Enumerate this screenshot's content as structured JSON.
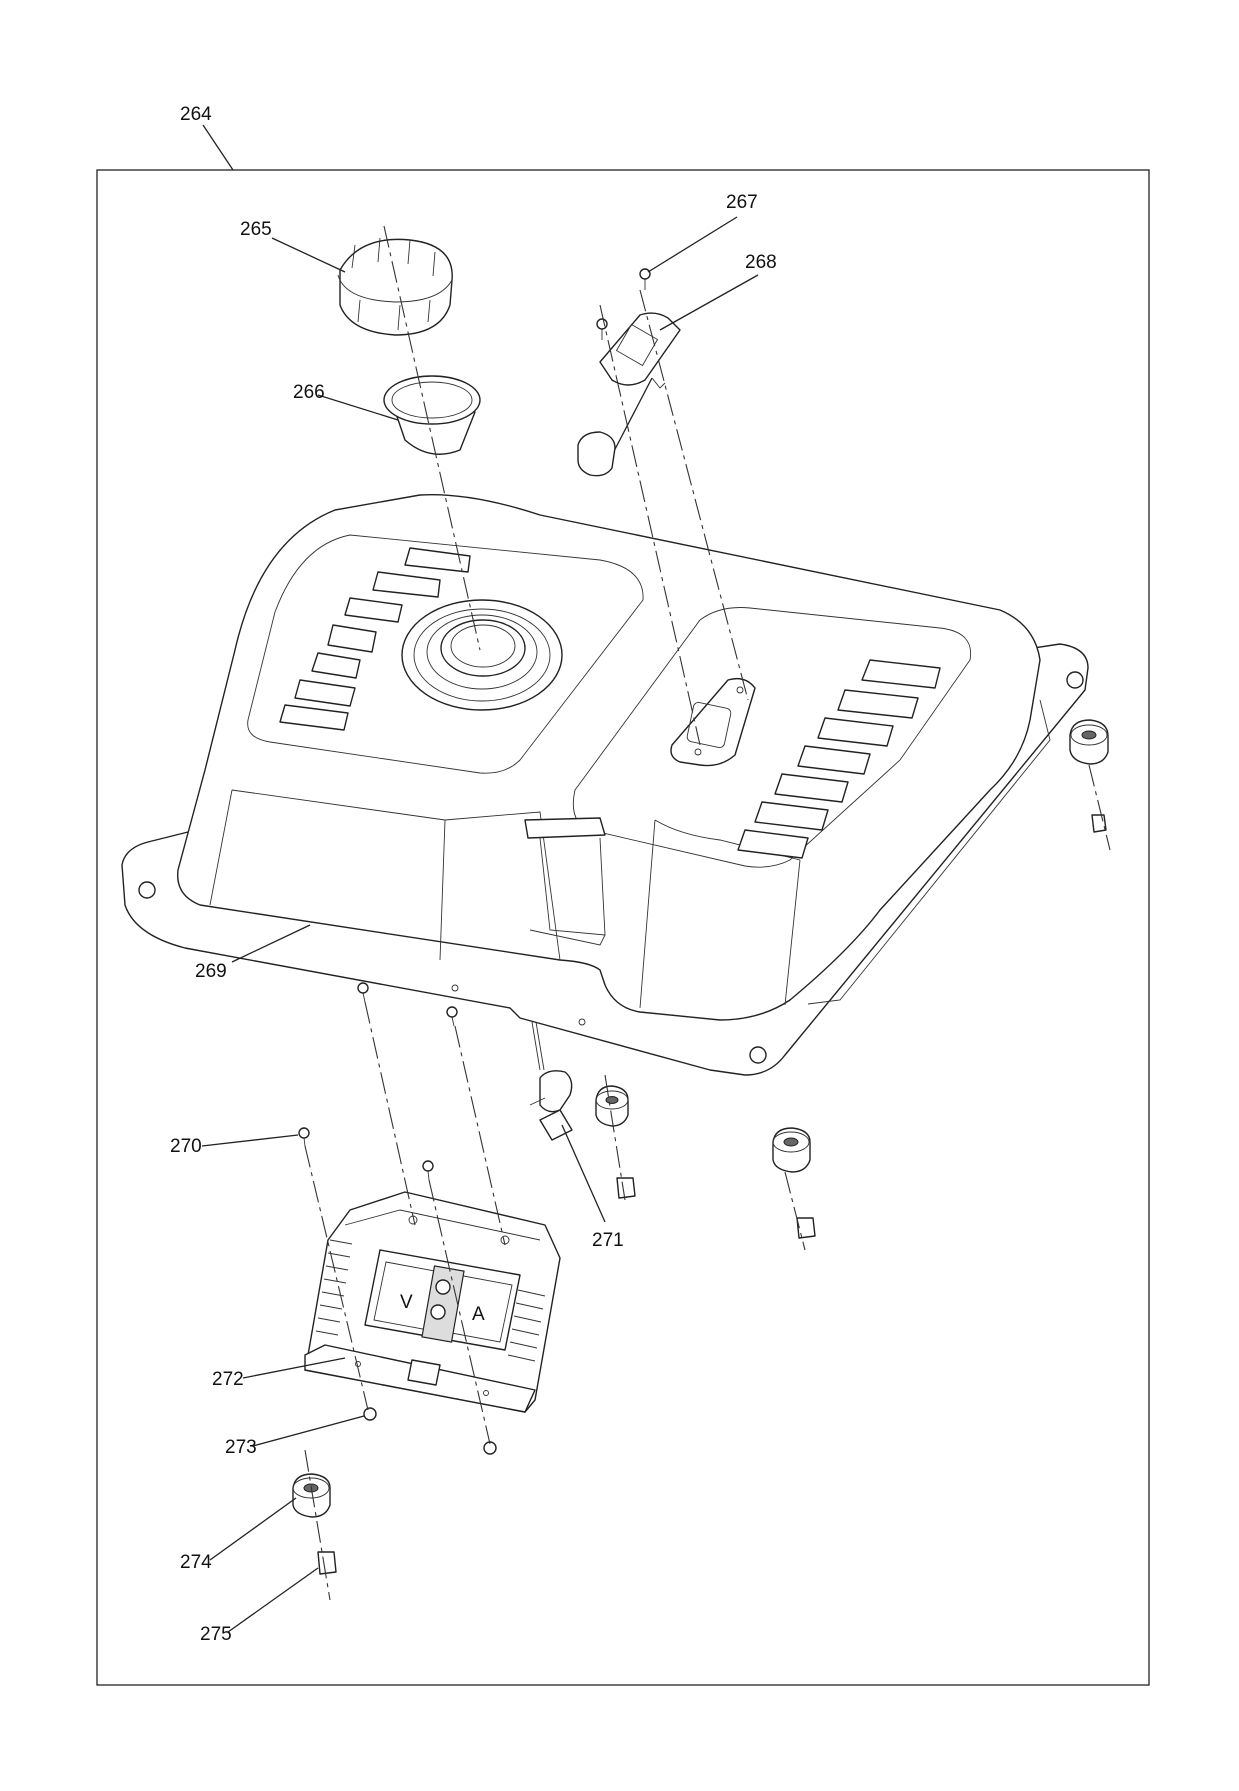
{
  "callouts": [
    {
      "id": "264",
      "text": "264"
    },
    {
      "id": "265",
      "text": "265"
    },
    {
      "id": "266",
      "text": "266"
    },
    {
      "id": "267",
      "text": "267"
    },
    {
      "id": "268",
      "text": "268"
    },
    {
      "id": "269",
      "text": "269"
    },
    {
      "id": "270",
      "text": "270"
    },
    {
      "id": "271",
      "text": "271"
    },
    {
      "id": "272",
      "text": "272"
    },
    {
      "id": "273",
      "text": "273"
    },
    {
      "id": "274",
      "text": "274"
    },
    {
      "id": "275",
      "text": "275"
    }
  ],
  "panel_markings": {
    "left": "V",
    "right": "A"
  }
}
